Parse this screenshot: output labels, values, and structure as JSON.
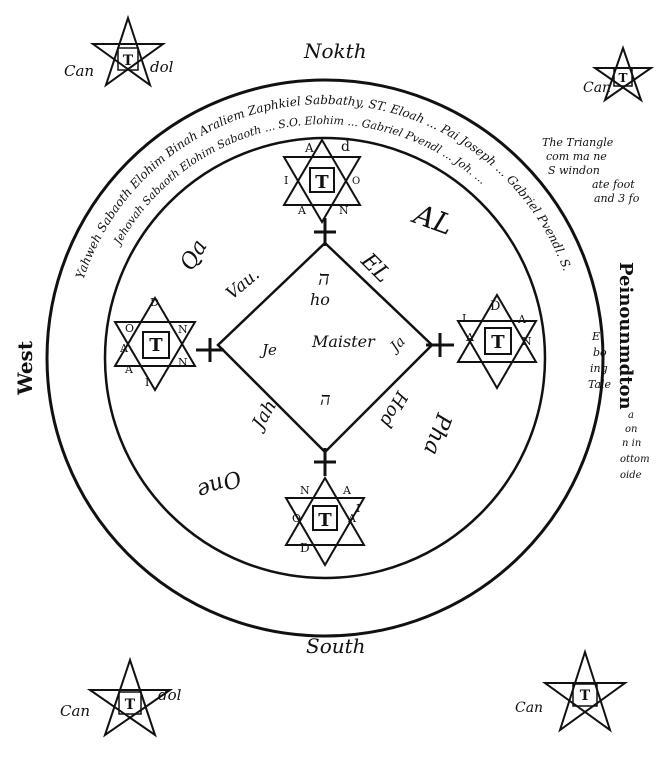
{
  "directions": {
    "north": "Nokth",
    "south": "South",
    "west": "West",
    "east": "Peinounmdton"
  },
  "corner_labels": {
    "top_left_left": "Can",
    "top_left_right": "dol",
    "top_right": "Can",
    "bottom_left_left": "Can",
    "bottom_left_right": "dol",
    "bottom_right": "Can"
  },
  "seal_letter": "T",
  "hexagram_letters": {
    "top": [
      "A",
      "d",
      "O",
      "N",
      "A",
      "I"
    ],
    "right": [
      "D",
      "A",
      "N",
      "A",
      "I"
    ],
    "bottom": [
      "A",
      "N",
      "A",
      "I",
      "O",
      "D"
    ],
    "left": [
      "D",
      "O",
      "A",
      "N",
      "N",
      "I",
      "A"
    ]
  },
  "ring_text_outer": "Yahweh Sabaoth Elohim Binah Araliem Zaphkiel Sabbathy, ST. Eloah ... Pai Joseph ... Gabriel Pvendl. S.",
  "ring_text_inner": "Jehovah Sabaoth Elohim Sabaoth ... S.O. Elohim ... Gabriel Pvendl ... Joh. ...",
  "words": {
    "ne": "AL",
    "center_diag_upper": "EL",
    "upper_right_hebrew": "ה",
    "center_upper": "ho",
    "left_upper": "Vau.",
    "left_far": "Qa",
    "center": "Maister",
    "center_left": "Je",
    "right_small": "Ja",
    "bottom_left": "Jah",
    "bottom_right": "Hod",
    "far_left_bottom": "One",
    "far_right_bottom": "Pha",
    "lower_hebrew": "ה"
  },
  "margin_notes": {
    "top_right": [
      "The Triangle",
      "com ma ne",
      "S windon",
      "ate foot",
      "and 3 fo"
    ],
    "right_middle": [
      "E",
      "bo",
      "ing",
      "Tale"
    ],
    "right_lower": [
      "a",
      "on",
      "n in",
      "ottom",
      "oide"
    ]
  }
}
